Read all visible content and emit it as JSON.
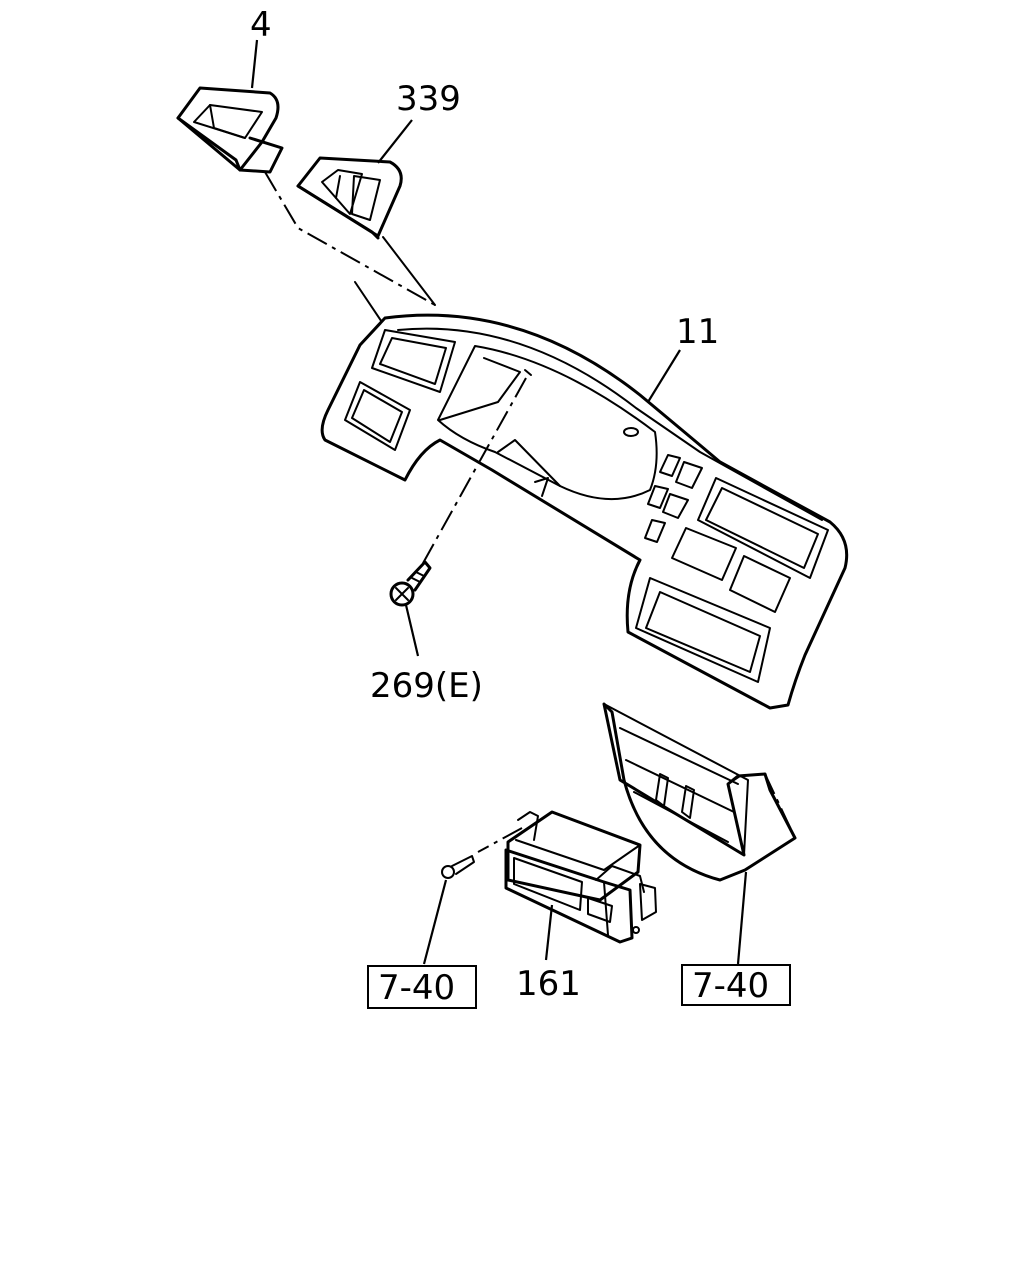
{
  "diagram": {
    "callouts": {
      "part_4": "4",
      "part_339": "339",
      "part_11": "11",
      "part_269e": "269(E)",
      "part_161": "161"
    },
    "references": {
      "left": "7-40",
      "right": "7-40"
    }
  }
}
